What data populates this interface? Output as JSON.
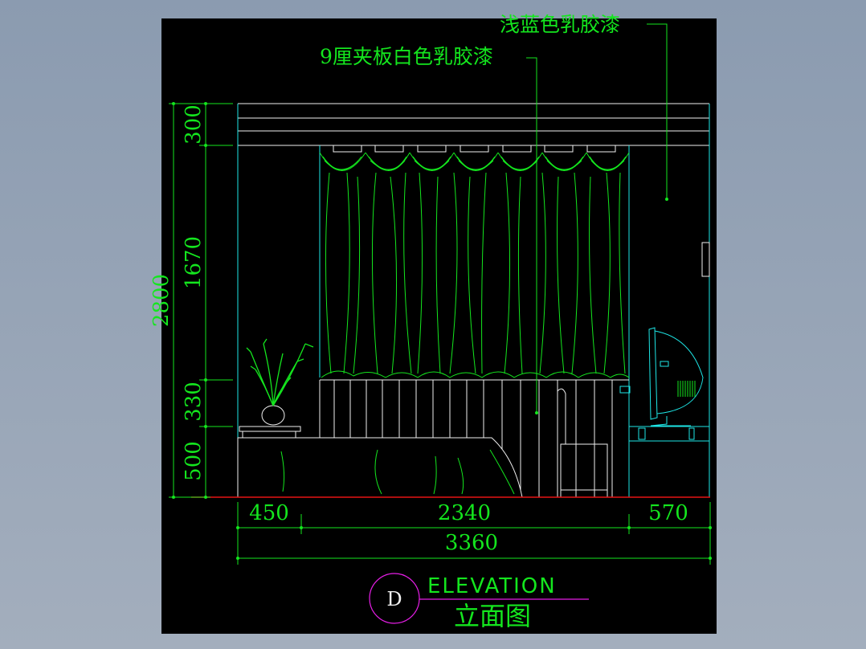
{
  "notes": {
    "paint_light_blue": "浅蓝色乳胶漆",
    "plywood_white_paint": "9厘夹板白色乳胶漆"
  },
  "dimensions": {
    "vertical": [
      "300",
      "1670",
      "330",
      "500"
    ],
    "total_height": "2800",
    "horizontal": [
      "450",
      "2340",
      "570"
    ],
    "total_width": "3360"
  },
  "title_block": {
    "marker": "D",
    "label_en": "ELEVATION",
    "label_cn": "立面图"
  },
  "colors": {
    "line_cyan": "#1ee6e6",
    "line_green": "#14e61e",
    "marker_magenta": "#e61ee6",
    "floor_red": "#e61414",
    "line_white": "#f0f0f0"
  }
}
